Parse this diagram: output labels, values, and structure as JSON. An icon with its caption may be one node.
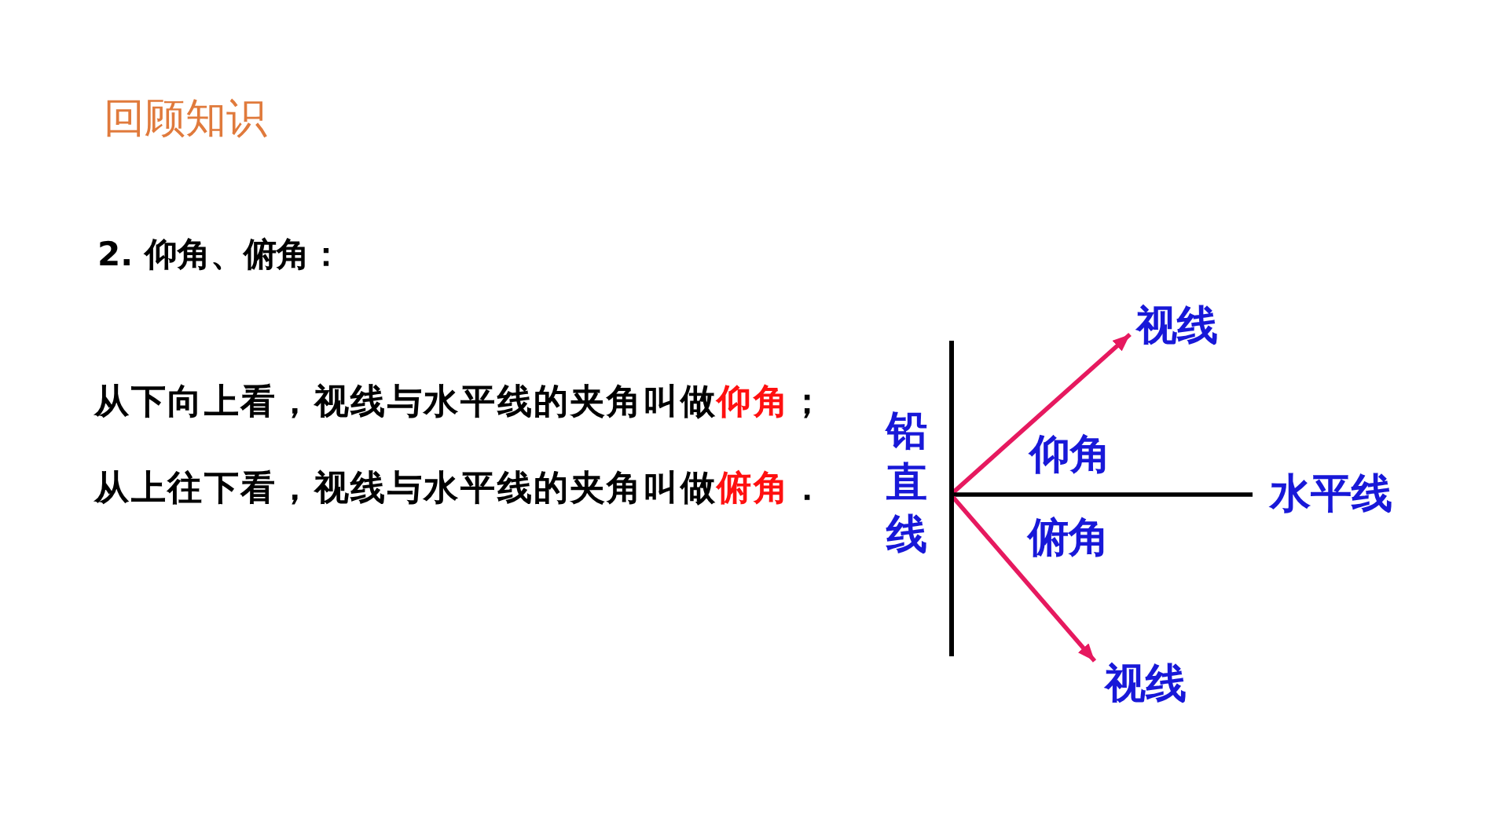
{
  "diagram": {
    "title": "回顾知识",
    "nodes": [
      {
        "text": [],
        "shape": "line",
        "beside": [
          "铅直线"
        ]
      },
      {
        "text": [
          "视线"
        ]
      },
      {
        "text": [
          "水平线"
        ]
      },
      {
        "text": [
          "视线"
        ]
      }
    ],
    "edges": [
      {
        "from": 0,
        "to": 1,
        "arrow": "to"
      },
      {
        "from": 0,
        "to": 2,
        "arrow": "none",
        "color": "#000000"
      },
      {
        "from": 0,
        "to": 3,
        "arrow": "to"
      }
    ],
    "labels": [
      "2. 仰角、俯角：",
      "从下向上看，视线与水平线的夹角叫做",
      "仰角",
      "；",
      "从上往下看，视线与水平线的夹角叫做",
      "俯角",
      "．",
      "仰角",
      "俯角"
    ]
  }
}
